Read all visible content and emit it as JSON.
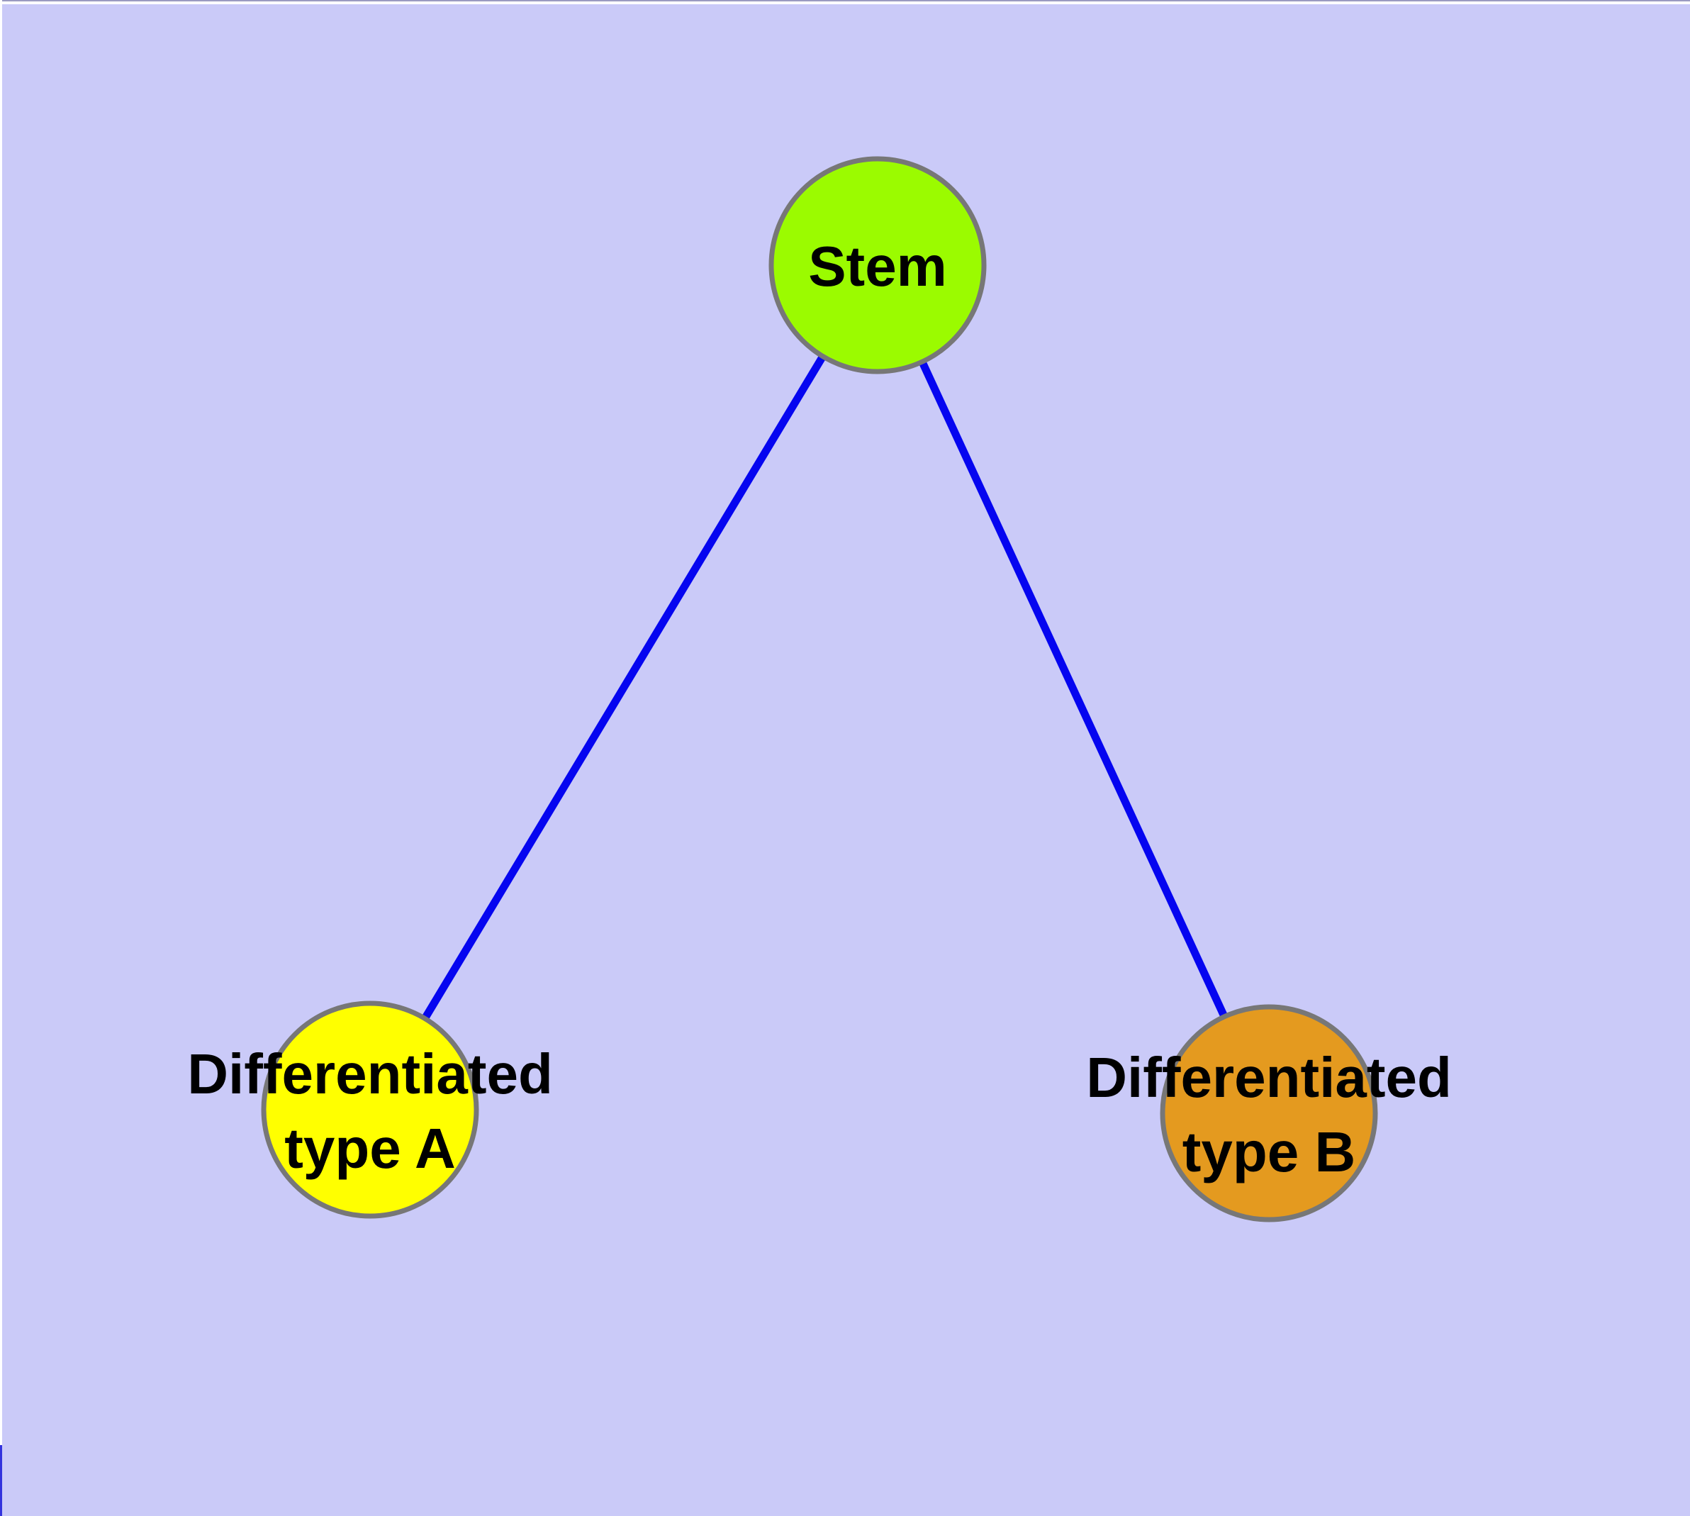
{
  "diagram": {
    "title": "stem-cell-differentiation-graph",
    "background_color": "#CACAF8",
    "edge_color": "#0505F0",
    "node_border_color": "#777777",
    "label_text_color": "#000000",
    "nodes": {
      "stem": {
        "label": "Stem",
        "color": "#9BFB00"
      },
      "type_a": {
        "label_line1": "Differentiated",
        "label_line2": "type A",
        "color": "#FFFF00"
      },
      "type_b": {
        "label_line1": "Differentiated",
        "label_line2": "type B",
        "color": "#E49A1F"
      }
    },
    "edges": [
      {
        "from": "Stem",
        "to": "Differentiated type A"
      },
      {
        "from": "Stem",
        "to": "Differentiated type B"
      }
    ]
  }
}
